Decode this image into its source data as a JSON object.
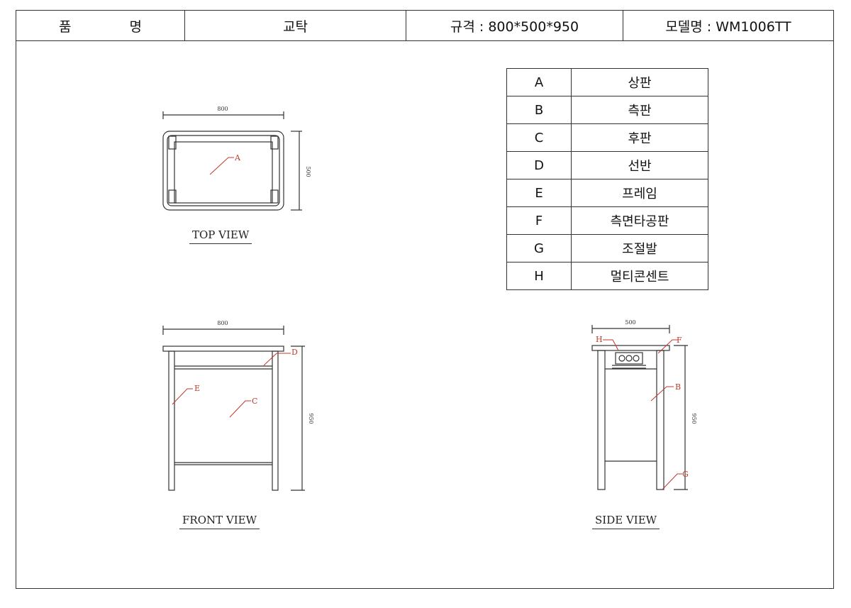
{
  "header": {
    "item_label": "품 명",
    "item_value": "교탁",
    "spec": "규격 : 800*500*950",
    "model": "모델명 : WM1006TT"
  },
  "parts_table": [
    {
      "code": "A",
      "name": "상판"
    },
    {
      "code": "B",
      "name": "측판"
    },
    {
      "code": "C",
      "name": "후판"
    },
    {
      "code": "D",
      "name": "선반"
    },
    {
      "code": "E",
      "name": "프레임"
    },
    {
      "code": "F",
      "name": "측면타공판"
    },
    {
      "code": "G",
      "name": "조절발"
    },
    {
      "code": "H",
      "name": "멀티콘센트"
    }
  ],
  "views": {
    "top": {
      "label": "TOP VIEW",
      "dim_width": "800",
      "dim_depth": "500",
      "callouts": [
        "A"
      ]
    },
    "front": {
      "label": "FRONT VIEW",
      "dim_width": "800",
      "dim_height": "950",
      "callouts": [
        "D",
        "E",
        "C"
      ]
    },
    "side": {
      "label": "SIDE VIEW",
      "dim_width": "500",
      "dim_height": "950",
      "callouts": [
        "H",
        "F",
        "B",
        "G"
      ]
    }
  },
  "colors": {
    "line": "#333333",
    "callout": "#c0392b"
  }
}
